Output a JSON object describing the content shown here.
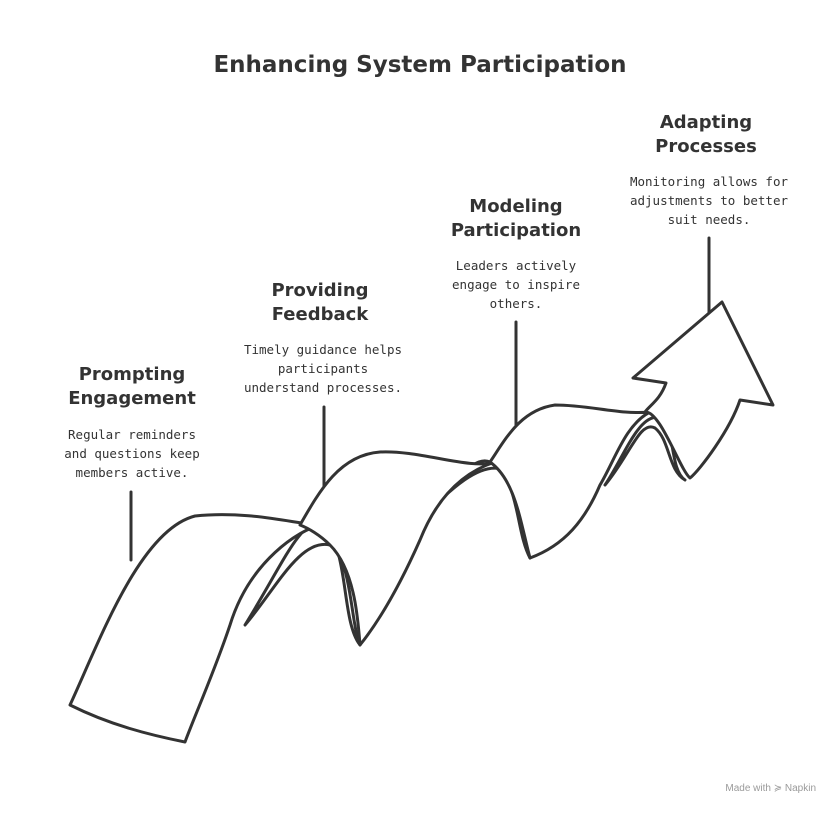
{
  "title": "Enhancing System Participation",
  "steps": [
    {
      "title": [
        "Prompting",
        "Engagement"
      ],
      "desc": [
        "Regular reminders",
        "and questions keep",
        "members active."
      ]
    },
    {
      "title": [
        "Providing",
        "Feedback"
      ],
      "desc": [
        "Timely guidance helps",
        "participants",
        "understand processes."
      ]
    },
    {
      "title": [
        "Modeling",
        "Participation"
      ],
      "desc": [
        "Leaders actively",
        "engage to inspire",
        "others."
      ]
    },
    {
      "title": [
        "Adapting",
        "Processes"
      ],
      "desc": [
        "Monitoring allows for",
        "adjustments to better",
        "suit needs."
      ]
    }
  ],
  "footer": "Made with ≽ Napkin"
}
